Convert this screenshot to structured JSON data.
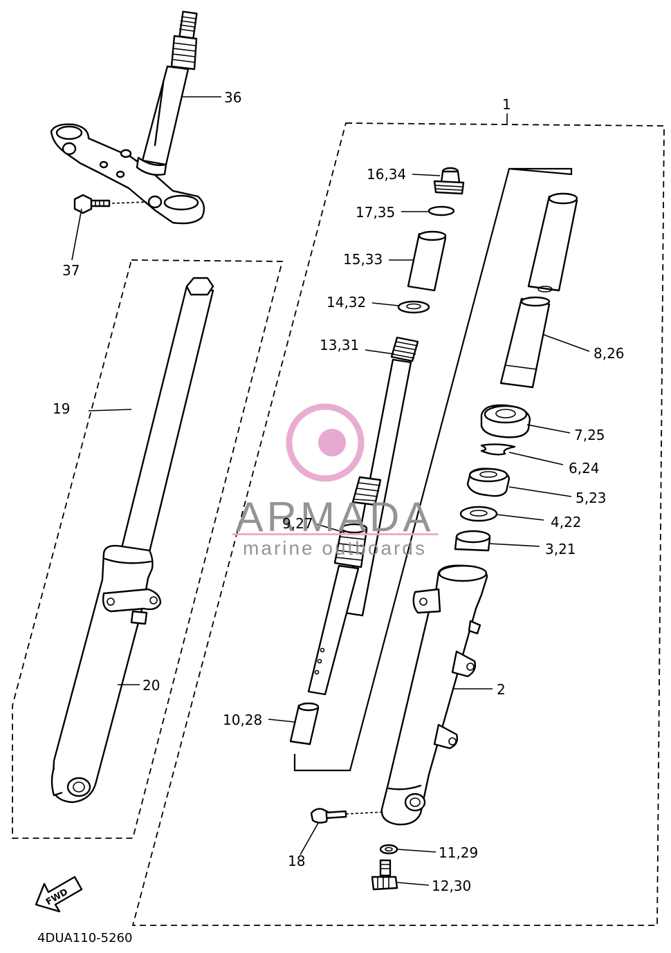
{
  "diagram_code": "4DUA110-5260",
  "fwd_label": "FWD",
  "watermark": {
    "brand": "ARMADA",
    "tagline": "marine outboards",
    "ring_color": "#e8a9cf",
    "hub_color": "#e5a5cf",
    "text_color": "#8f8f8f"
  },
  "callouts": {
    "c1": "1",
    "c2": "2",
    "c3": "3,21",
    "c4": "4,22",
    "c5": "5,23",
    "c6": "6,24",
    "c7": "7,25",
    "c8": "8,26",
    "c9": "9,27",
    "c10": "10,28",
    "c11": "11,29",
    "c12": "12,30",
    "c13": "13,31",
    "c14": "14,32",
    "c15": "15,33",
    "c16": "16,34",
    "c17": "17,35",
    "c18": "18",
    "c19": "19",
    "c20": "20",
    "c36": "36",
    "c37": "37"
  }
}
